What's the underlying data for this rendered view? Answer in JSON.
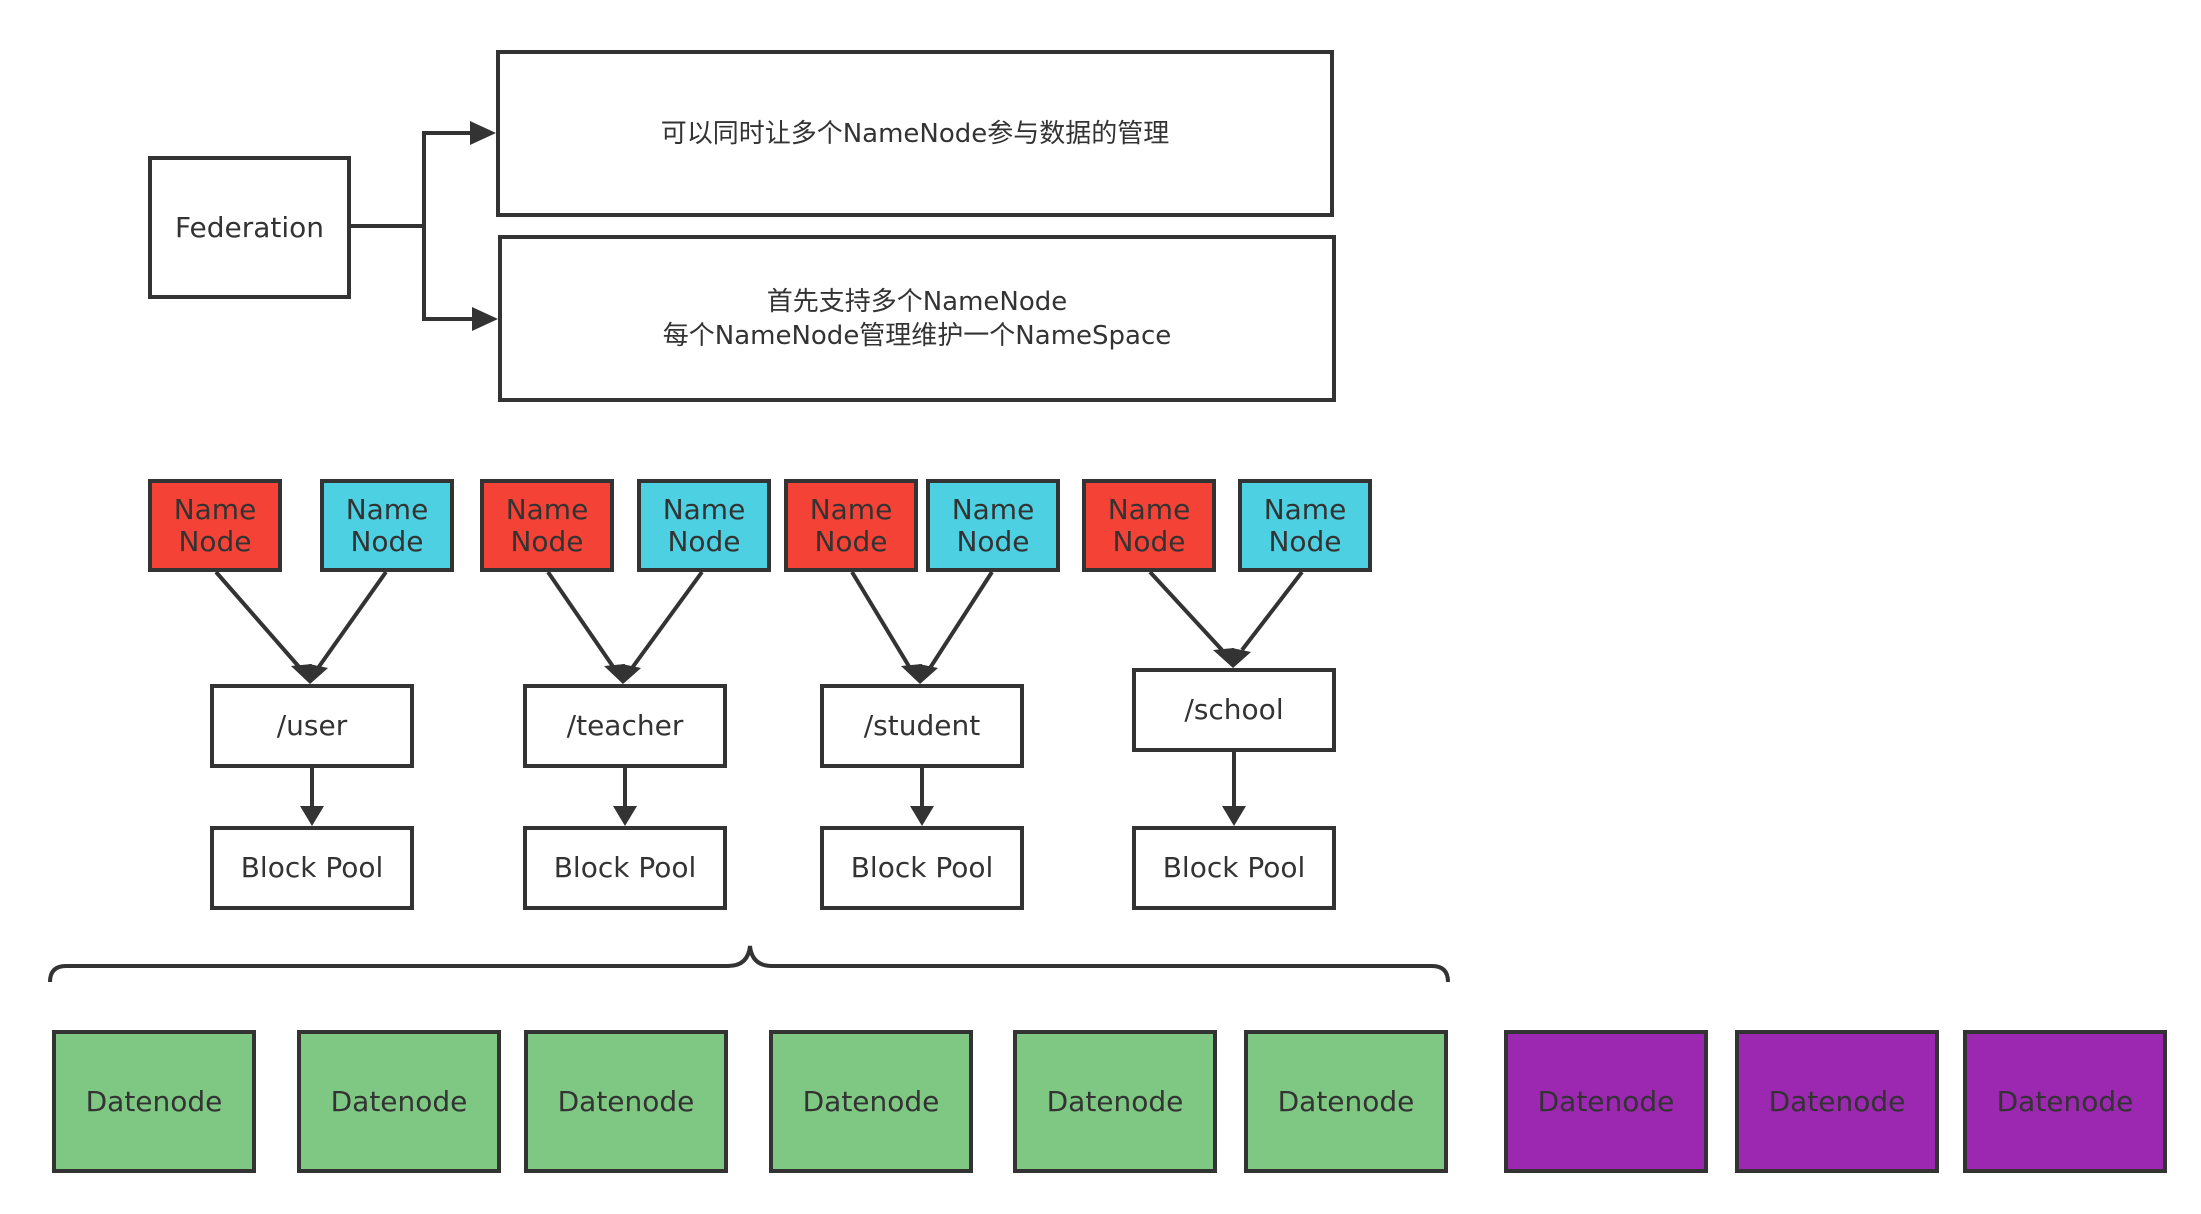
{
  "federation": {
    "label": "Federation",
    "items": [
      {
        "lines": [
          "可以同时让多个NameNode参与数据的管理"
        ]
      },
      {
        "lines": [
          "首先支持多个NameNode",
          "每个NameNode管理维护一个NameSpace"
        ]
      }
    ]
  },
  "groups": [
    {
      "namenodes": [
        "Name Node",
        "Name Node"
      ],
      "namespace": "/user",
      "pool": "Block Pool"
    },
    {
      "namenodes": [
        "Name Node",
        "Name Node"
      ],
      "namespace": "/teacher",
      "pool": "Block Pool"
    },
    {
      "namenodes": [
        "Name Node",
        "Name Node"
      ],
      "namespace": "/student",
      "pool": "Block Pool"
    },
    {
      "namenodes": [
        "Name Node",
        "Name Node"
      ],
      "namespace": "/school",
      "pool": "Block Pool"
    }
  ],
  "datanodes": {
    "shared": [
      "Datenode",
      "Datenode",
      "Datenode",
      "Datenode",
      "Datenode",
      "Datenode"
    ],
    "other": [
      "Datenode",
      "Datenode",
      "Datenode"
    ]
  },
  "colors": {
    "stroke": "#333333",
    "namenode_active": "#f44336",
    "namenode_standby": "#4dd0e1",
    "datanode_shared": "#7fc883",
    "datanode_other": "#9c27b0",
    "text": "#333333"
  }
}
